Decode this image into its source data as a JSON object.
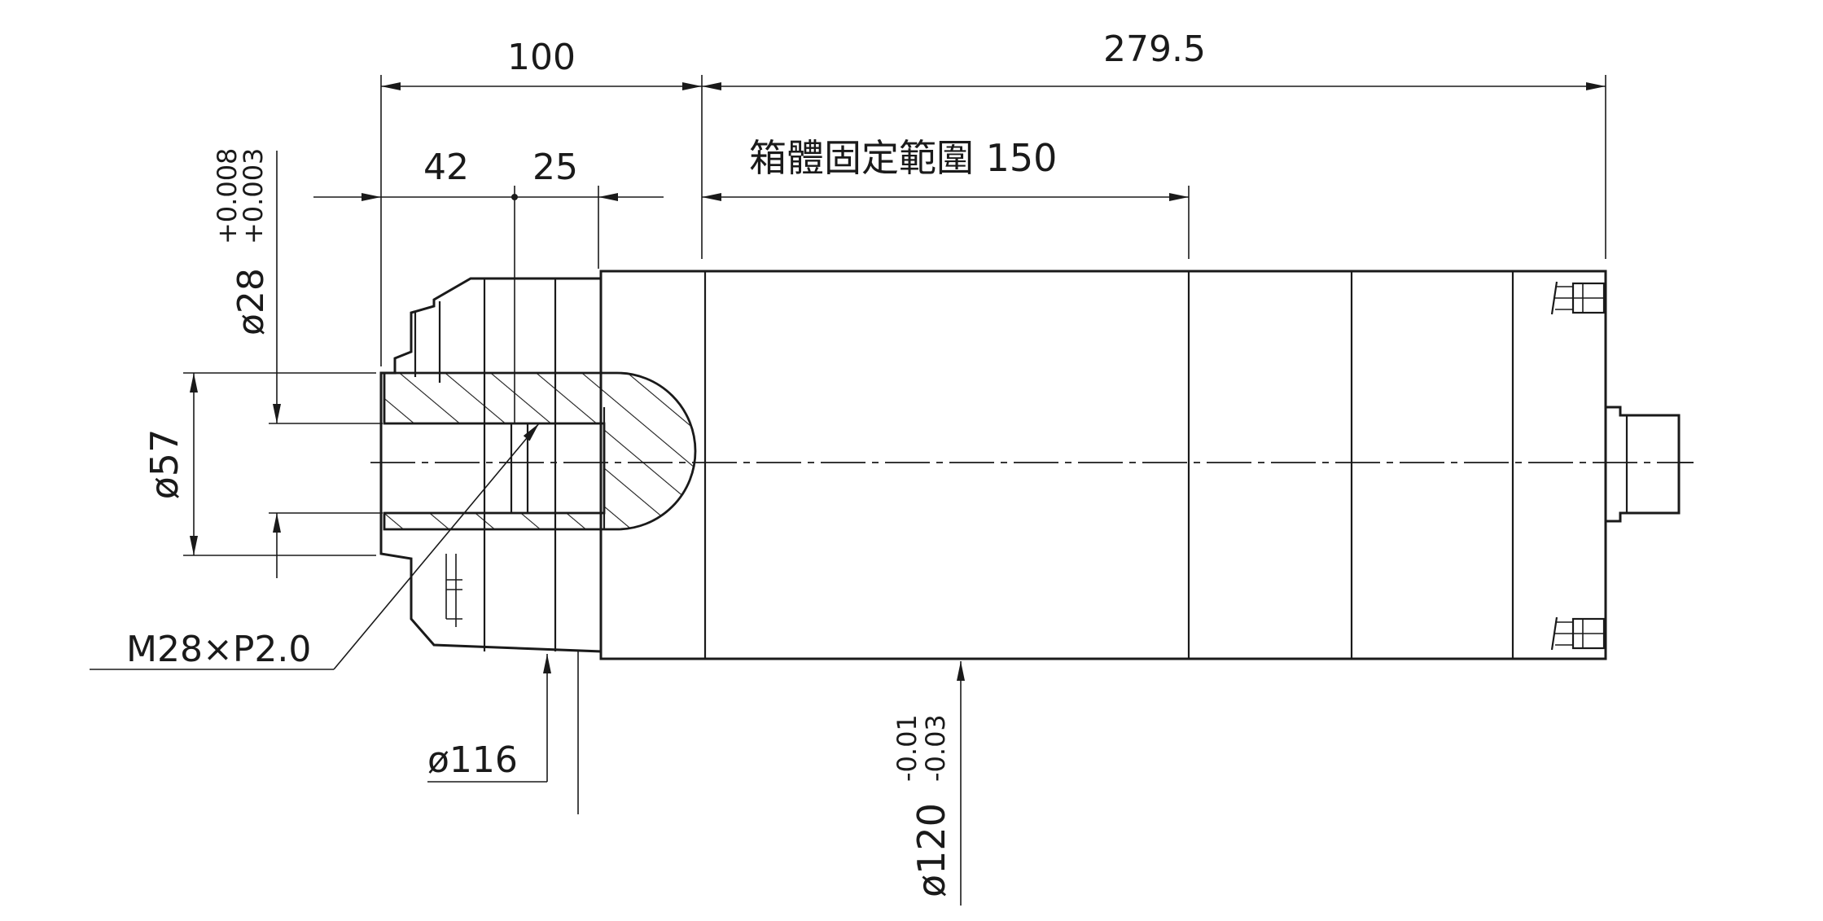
{
  "dimensions": {
    "top_left": "100",
    "top_right": "279.5",
    "d42": "42",
    "d25": "25",
    "housing_range": "箱體固定範圍 150",
    "shaft_dia": "ø28",
    "shaft_tol_upper": "+0.008",
    "shaft_tol_lower": "+0.003",
    "bore_dia": "ø57",
    "thread": "M28×P2.0",
    "flange_dia": "ø116",
    "body_dia": "ø120",
    "body_tol_upper": "-0.01",
    "body_tol_lower": "-0.03"
  },
  "colors": {
    "line": "#1a1a1a",
    "hatch": "#1a1a1a",
    "background": "#ffffff"
  }
}
